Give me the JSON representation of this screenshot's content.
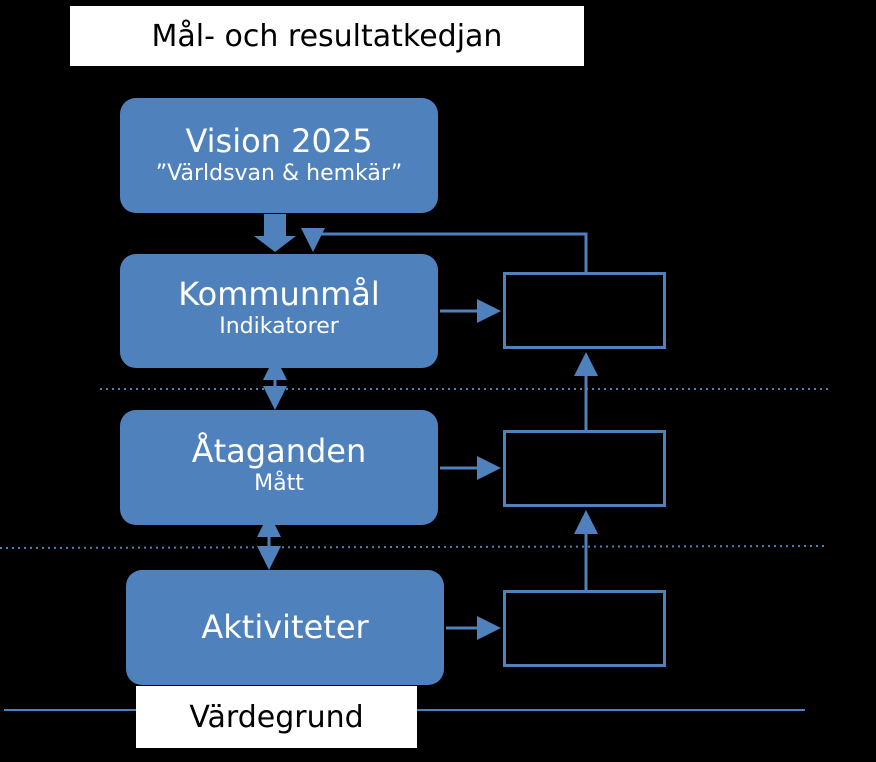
{
  "title": "Mål- och resultatkedjan",
  "nodes": {
    "vision": {
      "main": "Vision 2025",
      "sub": "”Världsvan & hemkär”"
    },
    "kommunmal": {
      "main": "Kommunmål",
      "sub": "Indikatorer"
    },
    "ataganden": {
      "main": "Åtaganden",
      "sub": "Mått"
    },
    "aktiviteter": {
      "main": "Aktiviteter"
    }
  },
  "footer": "Värdegrund",
  "colors": {
    "background": "#000000",
    "node_fill": "#4f81bd",
    "node_text": "#ffffff",
    "label_box": "#ffffff"
  }
}
